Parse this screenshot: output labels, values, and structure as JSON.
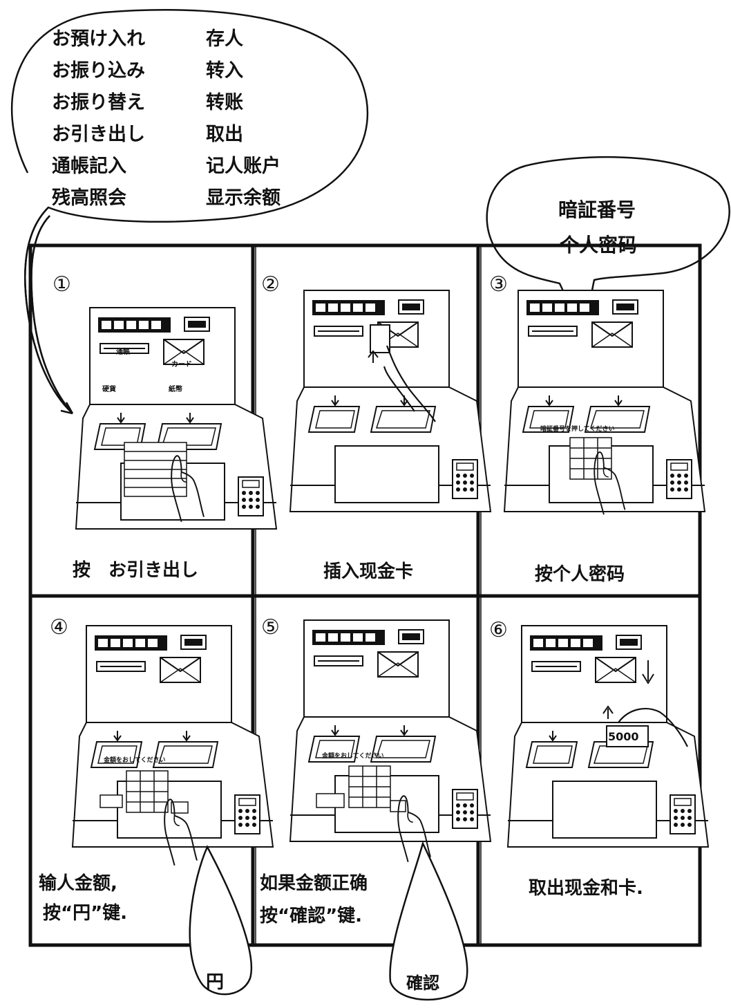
{
  "menu_bubble": {
    "rows": [
      {
        "jp": "お預け入れ",
        "cn": "存人"
      },
      {
        "jp": "お振り込み",
        "cn": "转入"
      },
      {
        "jp": "お振り替え",
        "cn": "转账"
      },
      {
        "jp": "お引き出し",
        "cn": "取出"
      },
      {
        "jp": "通帳記入",
        "cn": "记人账户"
      },
      {
        "jp": "残高照会",
        "cn": "显示余额"
      }
    ]
  },
  "pin_bubble": {
    "jp": "暗証番号",
    "cn": "个人密码"
  },
  "panels": [
    {
      "num": "①",
      "caption": [
        "按　お引き出し"
      ]
    },
    {
      "num": "②",
      "caption": [
        "插入现金卡"
      ]
    },
    {
      "num": "③",
      "caption": [
        "按个人密码"
      ]
    },
    {
      "num": "④",
      "caption": [
        "输人金额,",
        "按“円”键."
      ]
    },
    {
      "num": "⑤",
      "caption": [
        "如果金额正确",
        "按“確認”键."
      ]
    },
    {
      "num": "⑥",
      "caption": [
        "取出现金和卡."
      ]
    }
  ],
  "yen_bubble": {
    "label": "円"
  },
  "confirm_bubble": {
    "label": "確認"
  },
  "atm_labels": {
    "passbook": "通帳",
    "card": "カード",
    "coin": "硬貨",
    "bill": "紙幣",
    "pin_prompt": "暗証番号を押してください",
    "amount_prompt": "金額をおしてください",
    "yen_key": "円",
    "confirm_key": "確認",
    "cash": "5000"
  }
}
